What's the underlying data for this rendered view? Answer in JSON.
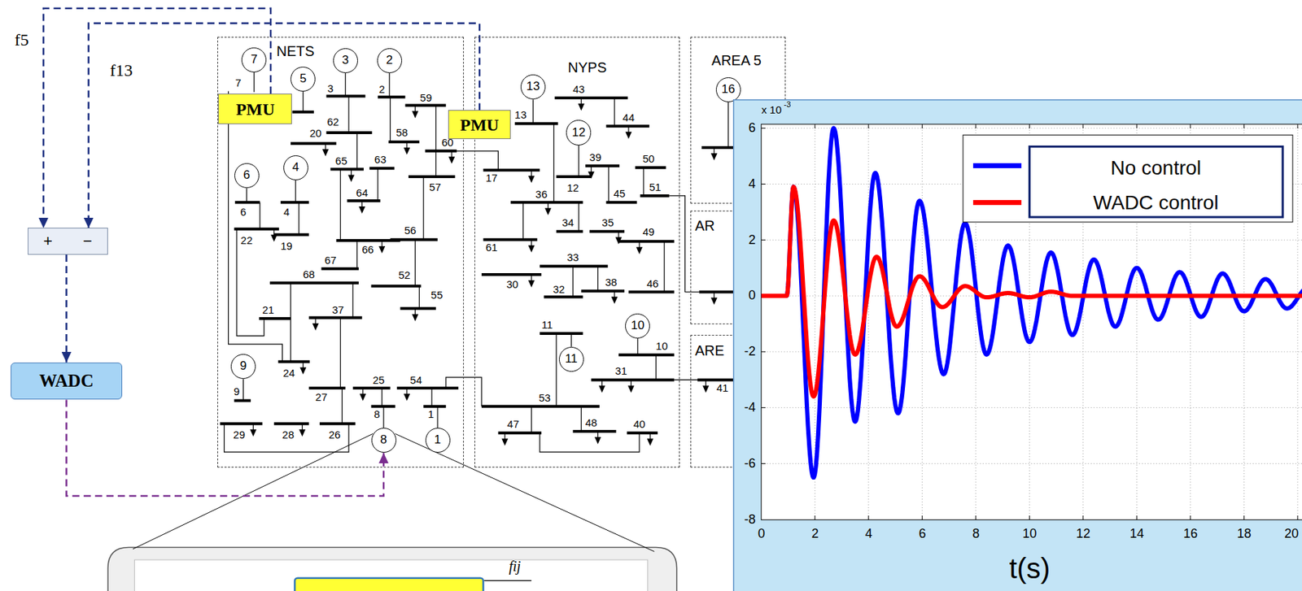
{
  "diagram": {
    "nodes": [
      {
        "text": [
          "NETS"
        ]
      },
      {
        "text": [
          "NYPS"
        ]
      },
      {
        "text": [
          "AREA 5"
        ]
      },
      {
        "text": [
          "AR"
        ]
      },
      {
        "text": [
          "ARE"
        ]
      },
      {
        "text": [
          "7"
        ],
        "in": 0
      },
      {
        "text": [
          "5"
        ],
        "in": 0
      },
      {
        "text": [
          "3"
        ],
        "in": 0
      },
      {
        "text": [
          "2"
        ],
        "in": 0
      },
      {
        "text": [
          "6"
        ],
        "in": 0
      },
      {
        "text": [
          "4"
        ],
        "in": 0
      },
      {
        "text": [
          "9"
        ],
        "in": 0
      },
      {
        "text": [
          "8"
        ],
        "in": 0
      },
      {
        "text": [
          "1"
        ],
        "in": 0
      },
      {
        "text": [
          "13"
        ],
        "in": 1
      },
      {
        "text": [
          "12"
        ],
        "in": 1
      },
      {
        "text": [
          "11"
        ],
        "in": 1
      },
      {
        "text": [
          "10"
        ],
        "in": 1
      },
      {
        "text": [
          "16"
        ],
        "in": 2
      },
      {
        "text": [
          "PMU"
        ],
        "in": 0
      },
      {
        "text": [
          "PMU"
        ]
      },
      {
        "text": [
          "+",
          "−"
        ]
      },
      {
        "text": [
          "WADC"
        ]
      }
    ],
    "edges": [
      {
        "from": 19,
        "to": 21,
        "label": "f5",
        "arrow": "to"
      },
      {
        "from": 20,
        "to": 21,
        "label": "f13",
        "arrow": "to"
      },
      {
        "from": 21,
        "to": 22,
        "arrow": "to"
      },
      {
        "from": 22,
        "to": 12,
        "arrow": "to"
      }
    ],
    "labels": [
      "7",
      "3",
      "2",
      "59",
      "62",
      "20",
      "58",
      "60",
      "65",
      "63",
      "57",
      "64",
      "6",
      "4",
      "22",
      "19",
      "66",
      "56",
      "67",
      "68",
      "52",
      "55",
      "21",
      "37",
      "24",
      "27",
      "25",
      "54",
      "8",
      "1",
      "9",
      "29",
      "28",
      "26",
      "43",
      "13",
      "44",
      "39",
      "50",
      "17",
      "12",
      "36",
      "45",
      "51",
      "34",
      "35",
      "49",
      "61",
      "33",
      "30",
      "32",
      "38",
      "46",
      "11",
      "10",
      "31",
      "53",
      "47",
      "48",
      "40",
      "41",
      "x 10",
      "-3",
      "6",
      "4",
      "2",
      "0",
      "-2",
      "-4",
      "-6",
      "-8",
      "0",
      "2",
      "4",
      "6",
      "8",
      "10",
      "12",
      "14",
      "16",
      "18",
      "20",
      "t(s)",
      "fij"
    ],
    "legend": [
      {
        "text": "No control",
        "color": "#0000ff"
      },
      {
        "text": "WADC control",
        "color": "#ff0000"
      }
    ]
  }
}
